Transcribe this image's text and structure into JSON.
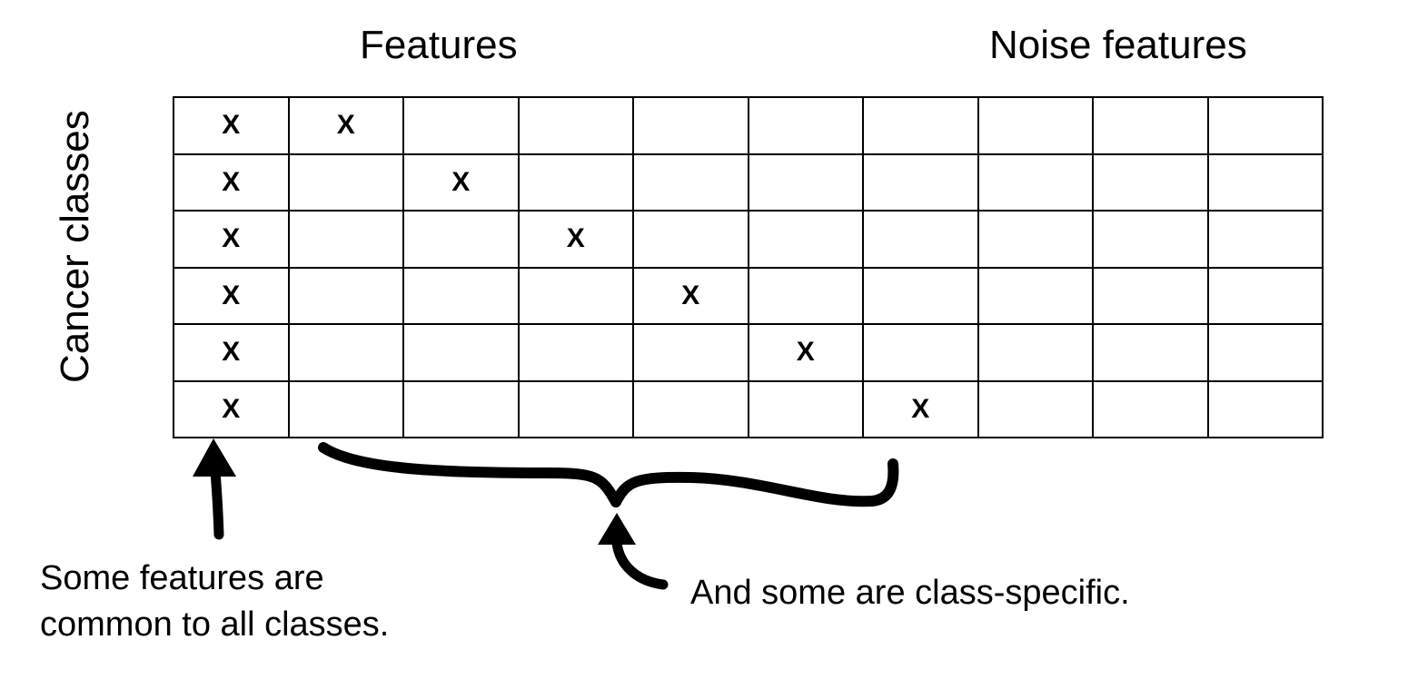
{
  "headers": {
    "features": "Features",
    "noise_features": "Noise features",
    "row_axis": "Cancer classes"
  },
  "grid": {
    "rows": 6,
    "columns": 10,
    "mark": "X",
    "cells": [
      [
        "X",
        "X",
        "",
        "",
        "",
        "",
        "",
        "",
        "",
        ""
      ],
      [
        "X",
        "",
        "X",
        "",
        "",
        "",
        "",
        "",
        "",
        ""
      ],
      [
        "X",
        "",
        "",
        "X",
        "",
        "",
        "",
        "",
        "",
        ""
      ],
      [
        "X",
        "",
        "",
        "",
        "X",
        "",
        "",
        "",
        "",
        ""
      ],
      [
        "X",
        "",
        "",
        "",
        "",
        "X",
        "",
        "",
        "",
        ""
      ],
      [
        "X",
        "",
        "",
        "",
        "",
        "",
        "X",
        "",
        "",
        ""
      ]
    ]
  },
  "annotations": {
    "common": "Some features are\ncommon to all classes.",
    "class_specific": "And some are class-specific."
  },
  "colors": {
    "ink": "#000000",
    "background": "#ffffff"
  }
}
